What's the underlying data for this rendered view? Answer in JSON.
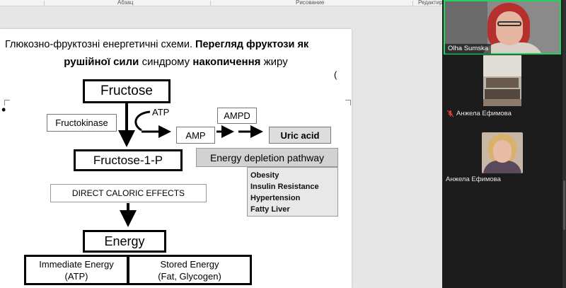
{
  "ribbon": {
    "groups": [
      "Абзац",
      "Рисование",
      "Редактир"
    ]
  },
  "slide": {
    "title_normal": "Глюкозно-фруктозні  енергетичні схеми.",
    "title_bold": "Перегляд фруктози як",
    "title_line2_bold1": "рушійної сили",
    "title_line2_normal": "синдрому",
    "title_line2_bold2": "накопичення",
    "title_line2_normal2": "жиру",
    "paren": "(",
    "bullet": "•"
  },
  "diagram": {
    "fructose": "Fructose",
    "fructokinase": "Fructokinase",
    "atp": "ATP",
    "ampd": "AMPD",
    "amp": "AMP",
    "uric_acid": "Uric acid",
    "fructose_1p": "Fructose-1-P",
    "energy_depletion": "Energy depletion pathway",
    "effects": [
      "Obesity",
      "Insulin Resistance",
      "Hypertension",
      "Fatty Liver"
    ],
    "direct_caloric": "DIRECT CALORIC EFFECTS",
    "energy": "Energy",
    "immediate_title": "Immediate Energy",
    "immediate_sub": "(ATP)",
    "stored_title": "Stored Energy",
    "stored_sub": "(Fat, Glycogen)"
  },
  "participants": {
    "active_speaker": "Olha Sumska",
    "p2": "Анжела Ефимова",
    "p3": "Анжела Ефимова"
  },
  "colors": {
    "active_border": "#23d160",
    "mic_off": "#e03c31",
    "panel_bg": "#1c1c1c"
  }
}
